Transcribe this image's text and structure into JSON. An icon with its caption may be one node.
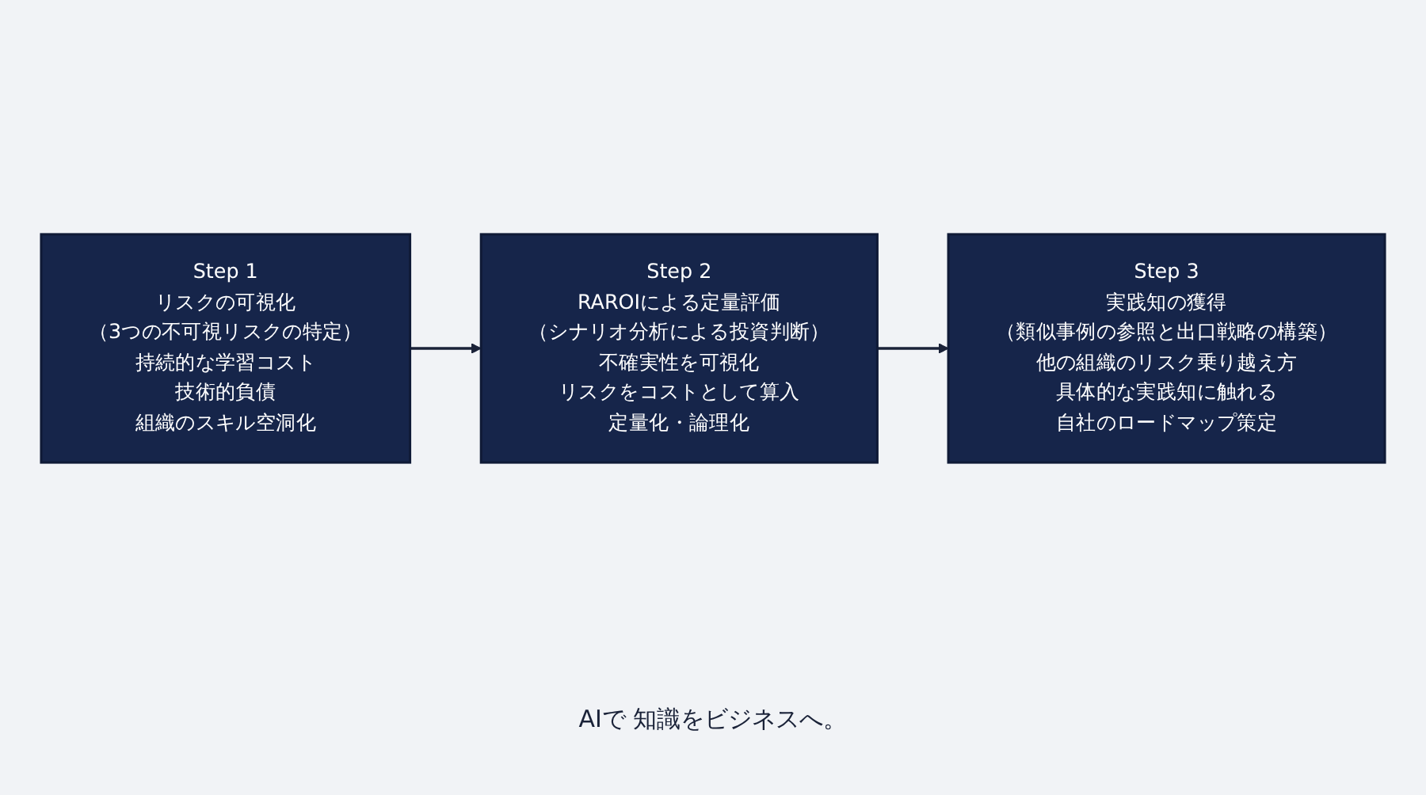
{
  "diagram": {
    "caption": "AIで 知識をビジネスへ。",
    "nodes": [
      {
        "text": [
          "Step 1",
          "リスクの可視化",
          "（3つの不可視リスクの特定）",
          "持続的な学習コスト",
          "技術的負債",
          "組織のスキル空洞化"
        ]
      },
      {
        "text": [
          "Step 2",
          "RAROIによる定量評価",
          "（シナリオ分析による投資判断）",
          "不確実性を可視化",
          "リスクをコストとして算入",
          "定量化・論理化"
        ]
      },
      {
        "text": [
          "Step 3",
          "実践知の獲得",
          "（類似事例の参照と出口戦略の構築）",
          "他の組織のリスク乗り越え方",
          "具体的な実践知に触れる",
          "自社のロードマップ策定"
        ]
      }
    ],
    "edges": [
      {
        "from": 0,
        "to": 1,
        "arrow": "to"
      },
      {
        "from": 1,
        "to": 2,
        "arrow": "to"
      }
    ]
  }
}
